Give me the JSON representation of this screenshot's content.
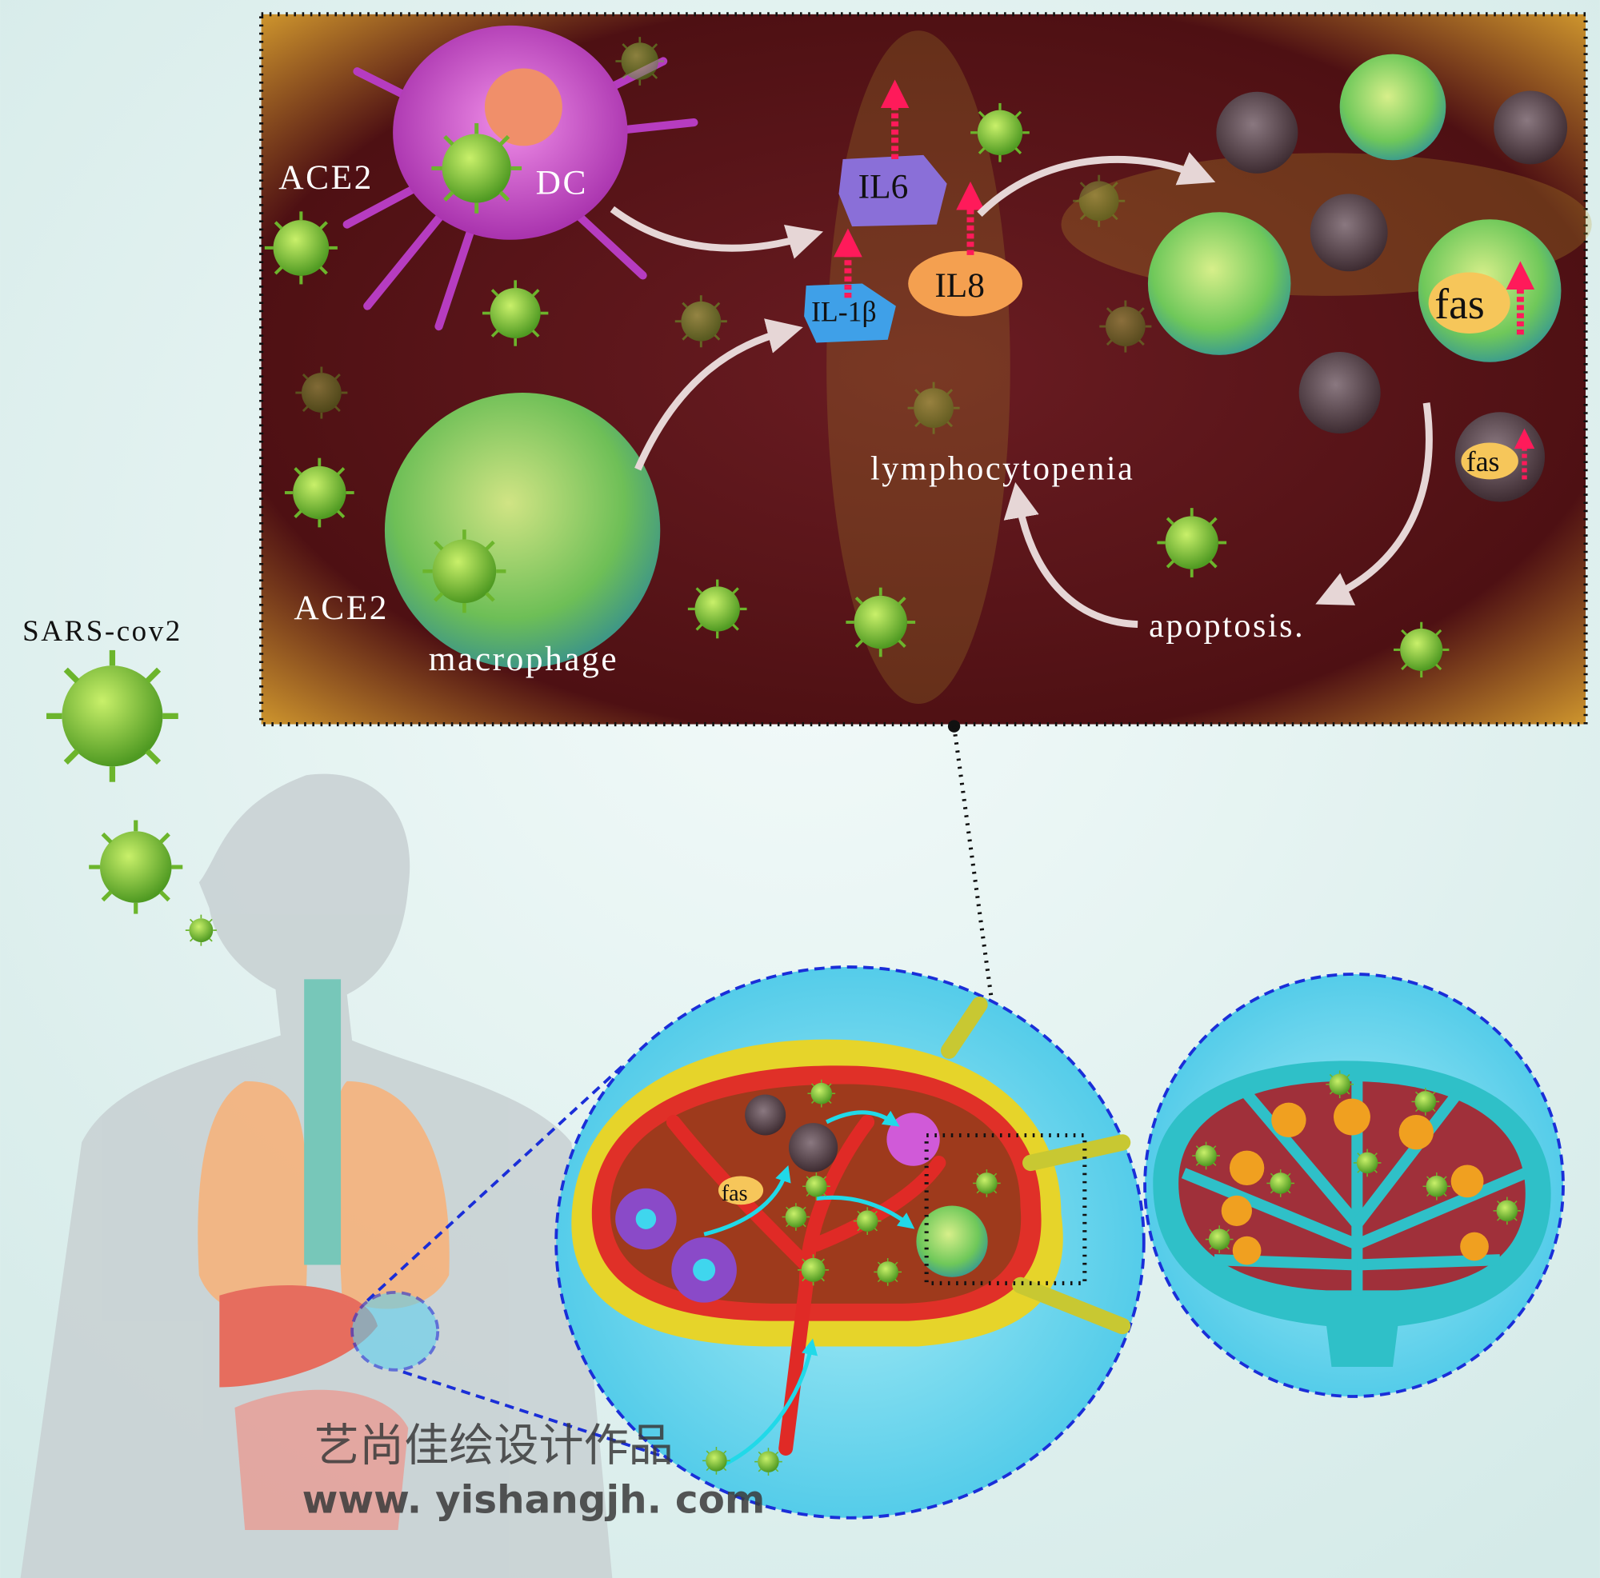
{
  "labels": {
    "ace2_top": "ACE2",
    "dc": "DC",
    "ace2_bottom": "ACE2",
    "macrophage": "macrophage",
    "il6": "IL6",
    "il8": "IL8",
    "il1b": "IL-1β",
    "fas_large": "fas",
    "fas_small": "fas",
    "fas_node": "fas",
    "lymphocytopenia": "lymphocytopenia",
    "apoptosis": "apoptosis.",
    "virus": "SARS-cov2"
  },
  "watermark": {
    "chinese": "艺尚佳绘设计作品",
    "url": "www. yishangjh. com"
  },
  "colors": {
    "panel_bg": "#5a1518",
    "panel_glow": "#d9b33a",
    "virus": "#7cc23a",
    "dc_cell": "#c44fd0",
    "lymphocyte": "#8fd66a",
    "node_border": "#1a2ed8",
    "node_bg": "#5fd6ee",
    "arrow_up": "#ff1a5a"
  }
}
